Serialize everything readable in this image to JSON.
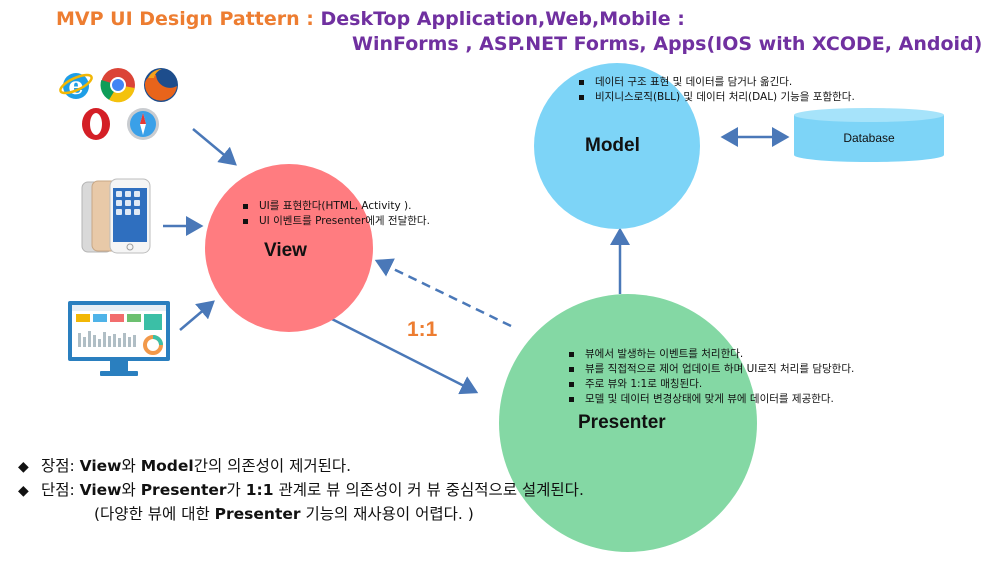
{
  "title": {
    "part1": "MVP UI Design Pattern : ",
    "part2": "DeskTop Application,Web,Mobile :",
    "line2": "WinForms , ASP.NET Forms, Apps(IOS with XCODE, Andoid)"
  },
  "view": {
    "label": "View",
    "bullets": [
      "UI를 표현한다(HTML, Activity ).",
      "UI 이벤트를 Presenter에게 전달한다."
    ]
  },
  "model": {
    "label": "Model",
    "bullets": [
      "데이터 구조 표현 및 데이터를 담거나 옮긴다.",
      "비지니스로직(BLL) 및 데이터 처리(DAL) 기능을 포함한다."
    ]
  },
  "presenter": {
    "label": "Presenter",
    "bullets": [
      "뷰에서 발생하는 이벤트를 처리한다.",
      "뷰를 직접적으로 제어 업데이트 하며 UI로직 처리를 담당한다.",
      "주로 뷰와 1:1로 매칭된다.",
      "모델 및 데이터 변경상태에 맞게 뷰에 데이터를 제공한다."
    ]
  },
  "database": {
    "label": "Database"
  },
  "ratio": "1:1",
  "notes": {
    "pros": {
      "bullet": "◆",
      "label": "장점:",
      "t1": "View",
      "t2": "와 ",
      "t3": "Model",
      "t4": "간의 의존성이 제거된다."
    },
    "cons": {
      "bullet": "◆",
      "label": "단점:",
      "t1": "View",
      "t2": "와 ",
      "t3": "Presenter",
      "t4": "가 ",
      "t5": "1:1",
      "t6": " 관계로 뷰 의존성이 커 뷰 중심적으로 설계된다."
    },
    "cons2": {
      "t1": "(다양한 뷰에 대한 ",
      "t2": "Presenter",
      "t3": " 기능의 재사용이 어렵다. )"
    }
  },
  "icons": {
    "browsers": [
      "ie-icon",
      "chrome-icon",
      "firefox-icon",
      "opera-icon",
      "safari-icon"
    ],
    "devices": [
      "iphone-icon",
      "monitor-dashboard-icon"
    ]
  },
  "colors": {
    "title_orange": "#ed7d31",
    "title_purple": "#7030a0",
    "view_circle": "#ff7c80",
    "model_circle": "#7dd4f7",
    "presenter_circle": "#84d8a4",
    "database": "#7dd4f7",
    "arrow": "#4a78b8"
  }
}
